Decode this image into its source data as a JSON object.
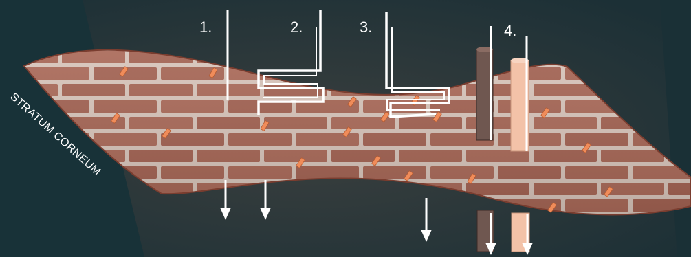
{
  "diagram": {
    "region_label": "STRATUM CORNEUM",
    "pathway_labels": [
      "1.",
      "2.",
      "3.",
      "4."
    ],
    "colors": {
      "background": "#1c3036",
      "brick": "#a86452",
      "mortar": "#dcc8bd",
      "lipid_dash": "#f08c5a",
      "line": "#ffffff",
      "tube_dark": "#6f5750",
      "tube_light": "#f3c2a8"
    }
  }
}
